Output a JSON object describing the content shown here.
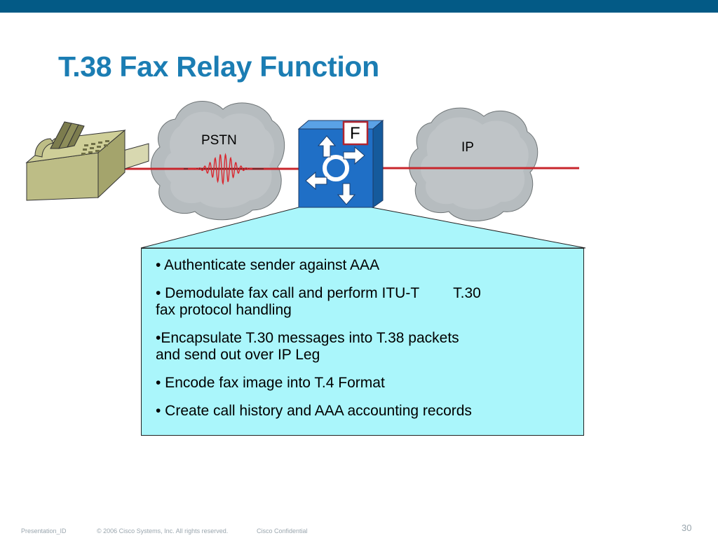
{
  "title": "T.38 Fax Relay Function",
  "diagram": {
    "clouds": [
      {
        "id": "pstn",
        "label": "PSTN"
      },
      {
        "id": "ip",
        "label": "IP"
      }
    ],
    "router_badge": "F",
    "line_color": "#c8262c",
    "router_color": "#1f6fc6",
    "callout_color": "#aaf6fb"
  },
  "bullets": [
    {
      "text": "• Authenticate sender against AAA"
    },
    {
      "part1": "• Demodulate fax call and perform ITU-T",
      "part2": "T.30",
      "part3": "fax protocol handling"
    },
    {
      "line1": "•Encapsulate T.30 messages into T.38 packets",
      "line2": "and send out over IP Leg"
    },
    {
      "text": "• Encode fax image into T.4 Format"
    },
    {
      "text": "• Create call history and AAA accounting records"
    }
  ],
  "footer": {
    "presentation_id": "Presentation_ID",
    "copyright": "© 2006 Cisco Systems, Inc. All rights reserved.",
    "confidential": "Cisco Confidential",
    "page_number": "30"
  }
}
